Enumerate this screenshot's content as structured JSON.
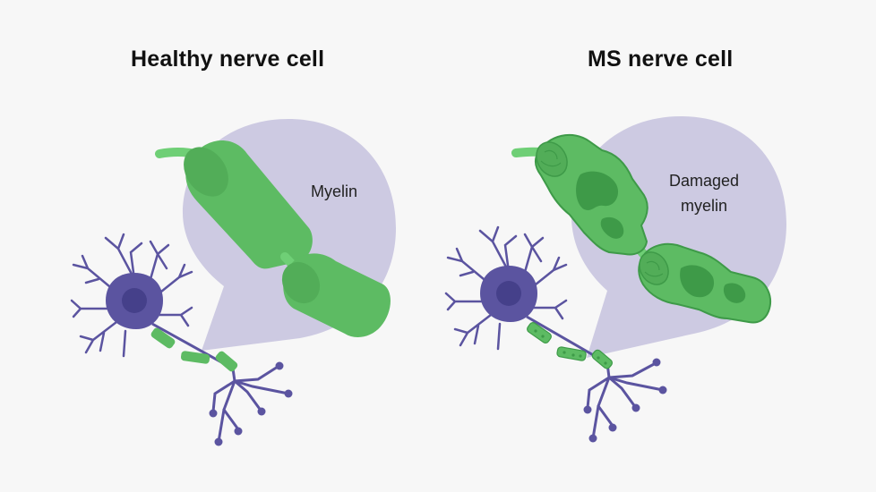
{
  "titles": {
    "healthy": "Healthy nerve cell",
    "ms": "MS nerve cell"
  },
  "labels": {
    "myelin": "Myelin",
    "damaged_line1": "Damaged",
    "damaged_line2": "myelin"
  },
  "colors": {
    "background": "#f7f7f7",
    "bubble": "#cdcae2",
    "neuron": "#5b54a0",
    "nucleus": "#45408a",
    "myelin": "#5dbb63",
    "myelin_dark": "#3e9a48",
    "axon": "#6fcf76"
  }
}
